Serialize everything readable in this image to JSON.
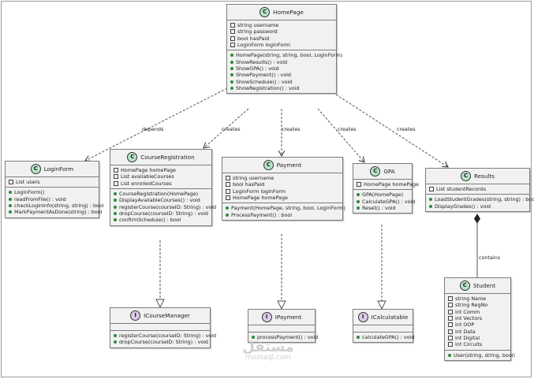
{
  "classes": {
    "homepage": {
      "name": "HomePage",
      "stereotype": "C",
      "attributes": [
        "string username",
        "string password",
        "bool hasPaid",
        "LoginForm loginForm"
      ],
      "methods": [
        "HomePage(string, string, bool, LoginForm)",
        "ShowResults() : void",
        "ShowGPA() : void",
        "ShowPayment() : void",
        "ShowSchedule() : void",
        "ShowRegistration() : void"
      ]
    },
    "loginform": {
      "name": "LoginForm",
      "stereotype": "C",
      "attributes": [
        "List users"
      ],
      "methods": [
        "LoginForm()",
        "readFromFile() : void",
        "checkLoginInfo(string, string) : bool",
        "MarkPaymentAsDone(string) : bool"
      ]
    },
    "courseregistration": {
      "name": "CourseRegistration",
      "stereotype": "C",
      "attributes": [
        "HomePage homePage",
        "List availableCourses",
        "List enrolledCourses"
      ],
      "methods": [
        "CourseRegistration(HomePage)",
        "DisplayAvailableCourses() : void",
        "registerCourse(courseID: String) : void",
        "dropCourse(courseID: String) : void",
        "confirmSchedule() : bool"
      ]
    },
    "payment": {
      "name": "Payment",
      "stereotype": "C",
      "attributes": [
        "string username",
        "bool hasPaid",
        "LoginForm loginForm",
        "HomePage homePage"
      ],
      "methods": [
        "Payment(HomePage, string, bool, LoginForm)",
        "ProcessPayment() : bool"
      ]
    },
    "gpa": {
      "name": "GPA",
      "stereotype": "C",
      "attributes": [
        "HomePage homePage"
      ],
      "methods": [
        "GPA(HomePage)",
        "CalculateGPA() : void",
        "Reset() : void"
      ]
    },
    "results": {
      "name": "Results",
      "stereotype": "C",
      "attributes": [
        "List studentRecords"
      ],
      "methods": [
        "LoadStudentGrades(string, string) : bool",
        "DisplayGrades() : void"
      ]
    },
    "icoursemanager": {
      "name": "ICourseManager",
      "stereotype": "I",
      "attributes": [],
      "methods": [
        "registerCourse(courseID: String) : void",
        "dropCourse(courseID: String) : void"
      ]
    },
    "ipayment": {
      "name": "IPayment",
      "stereotype": "I",
      "attributes": [],
      "methods": [
        "processPayment() : void"
      ]
    },
    "icalculatable": {
      "name": "ICalculatable",
      "stereotype": "I",
      "attributes": [],
      "methods": [
        "calculateGPA() : void"
      ]
    },
    "student": {
      "name": "Student",
      "stereotype": "C",
      "attributes": [
        "string Name",
        "string RegNo",
        "int Comm",
        "int Vectors",
        "int OOP",
        "int Data",
        "int Digital",
        "int Circuits"
      ],
      "methods": [
        "User(string, string, bool)"
      ]
    }
  },
  "relations": {
    "depends": "depends",
    "creates_course": "creates",
    "creates_payment": "creates",
    "creates_gpa": "creates",
    "creates_results": "creates",
    "contains": "contains"
  },
  "watermark": {
    "arabic": "مستقل",
    "latin": "mostaql.com"
  }
}
